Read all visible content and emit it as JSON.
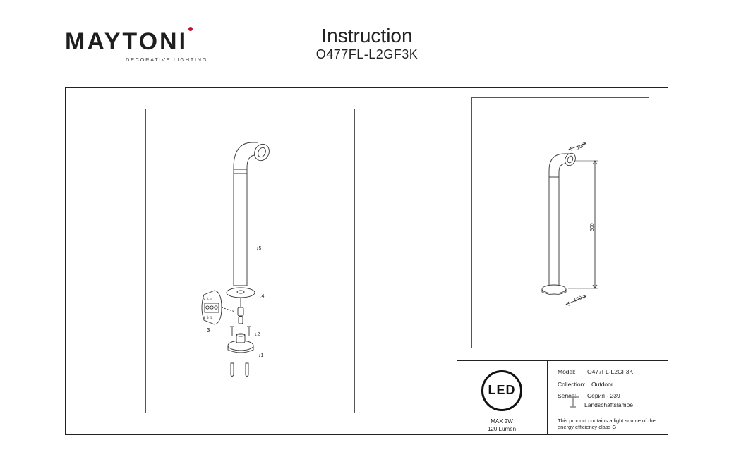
{
  "header": {
    "brand": "MAYTONI",
    "brand_tagline": "DECORATIVE LIGHTING",
    "title": "Instruction",
    "model_code": "O477FL-L2GF3K"
  },
  "assembly": {
    "step_1": "↓1",
    "step_2": "↓2",
    "step_3": "3",
    "step_4": "↓4",
    "step_5": "↓5",
    "terminal_top": "N ⏚ L",
    "terminal_bottom": "N ⏚ L"
  },
  "dimensions": {
    "head": "100",
    "height": "500",
    "base": "100"
  },
  "badge": {
    "label": "LED"
  },
  "power": {
    "max": "MAX 2W",
    "lumen": "120 Lumen"
  },
  "specs": {
    "model_label": "Model:",
    "model_value": "O477FL-L2GF3K",
    "collection_label": "Collection:",
    "collection_value": "Outdoor",
    "series_label": "Series:",
    "series_value": "Серия - 239",
    "type_value": "Landschaftslampe",
    "energy_note": "This product contains a light source of the energy efficiency class G"
  },
  "colors": {
    "brand_accent": "#c8102e",
    "line": "#222222"
  }
}
